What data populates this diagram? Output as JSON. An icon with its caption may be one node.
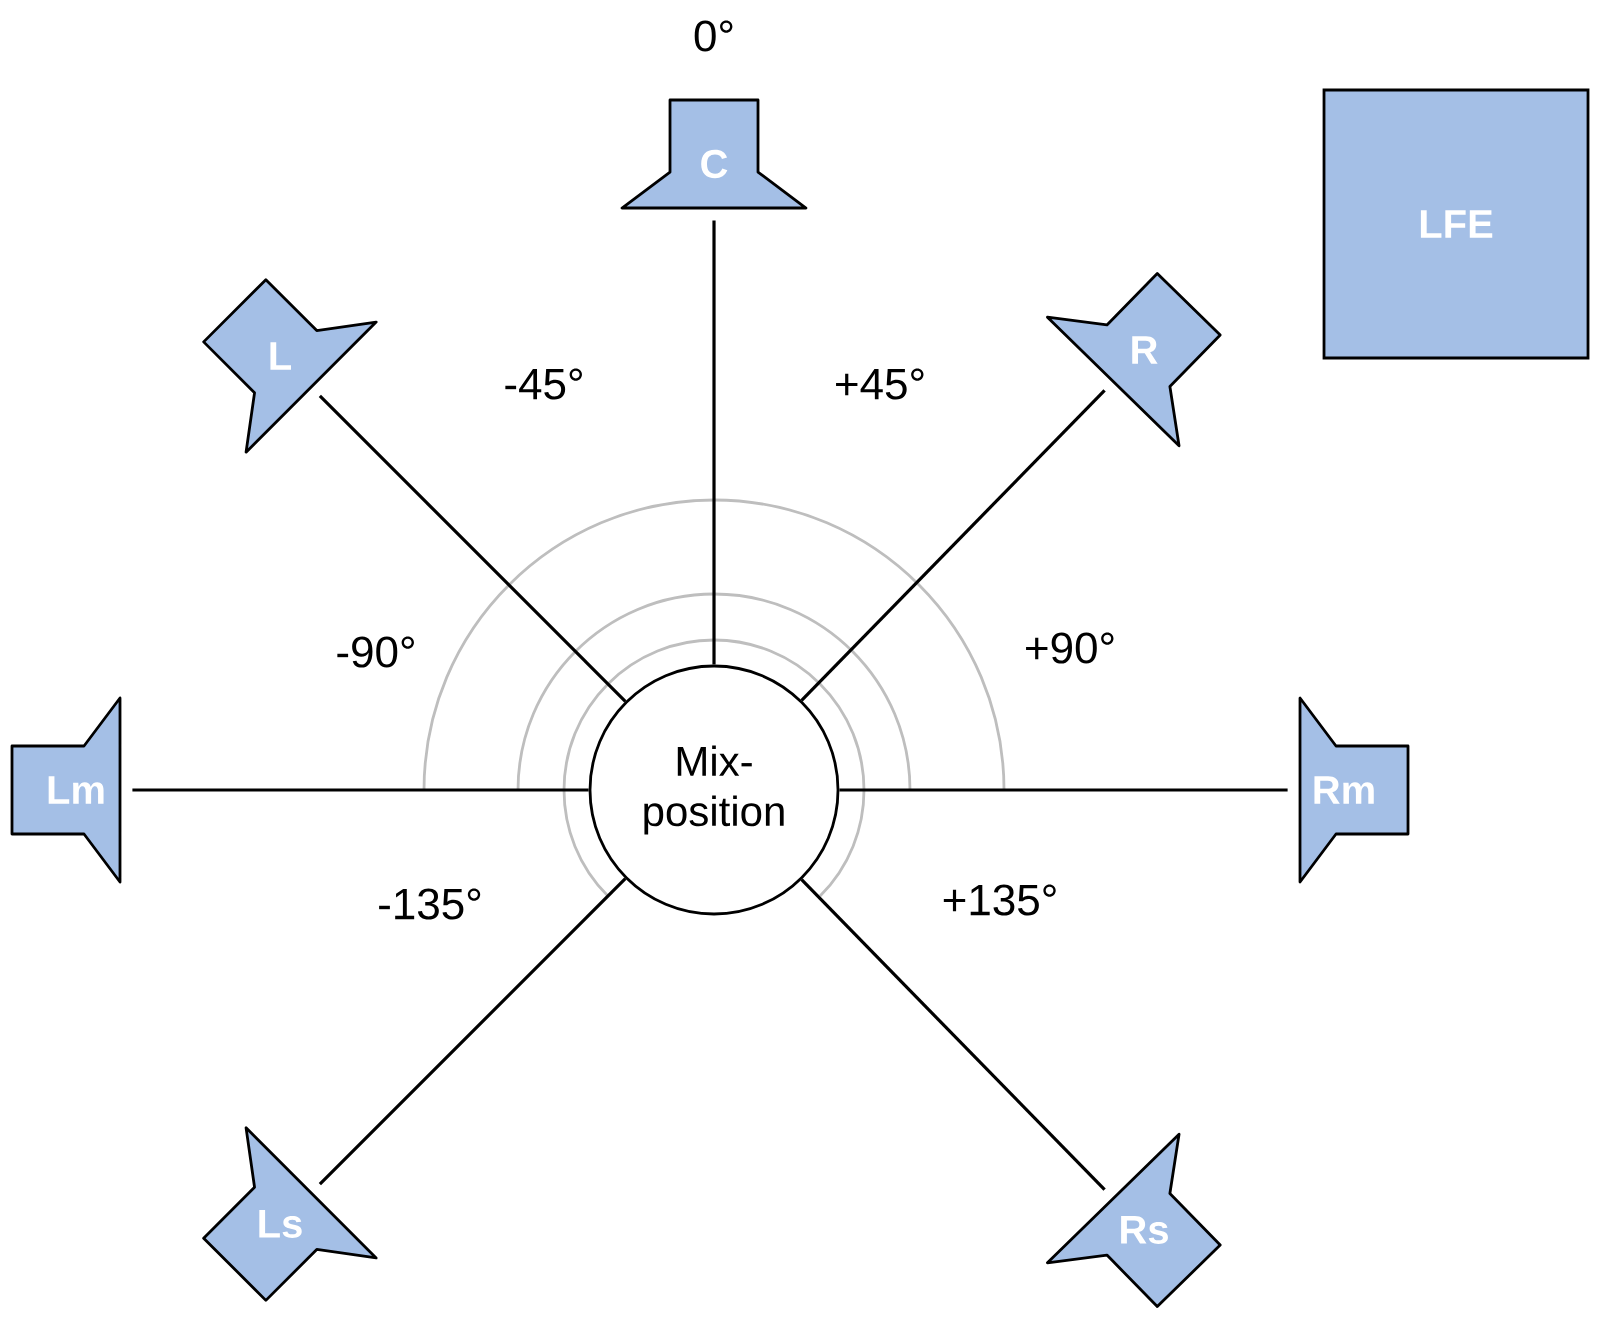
{
  "diagram": {
    "nodes": [
      {
        "text": [
          "C"
        ]
      },
      {
        "text": [
          "LFE"
        ]
      },
      {
        "text": [
          "L"
        ]
      },
      {
        "text": [
          "R"
        ]
      },
      {
        "text": [
          "Mix- position"
        ]
      },
      {
        "text": [
          "Lm"
        ]
      },
      {
        "text": [
          "Rm"
        ]
      },
      {
        "text": [
          "Ls"
        ]
      },
      {
        "text": [
          "Rs"
        ]
      }
    ],
    "edges": [
      {
        "from": 4,
        "to": 0,
        "arrow": "none"
      },
      {
        "from": 4,
        "to": 2,
        "arrow": "none"
      },
      {
        "from": 4,
        "to": 3,
        "arrow": "none"
      },
      {
        "from": 4,
        "to": 5,
        "arrow": "none"
      },
      {
        "from": 4,
        "to": 6,
        "arrow": "none"
      },
      {
        "from": 4,
        "to": 7,
        "arrow": "none"
      },
      {
        "from": 4,
        "to": 8,
        "arrow": "none"
      }
    ],
    "labels": [
      "0°",
      "-45°",
      "+45°",
      "-90°",
      "+90°",
      "-135°",
      "+135°"
    ]
  }
}
